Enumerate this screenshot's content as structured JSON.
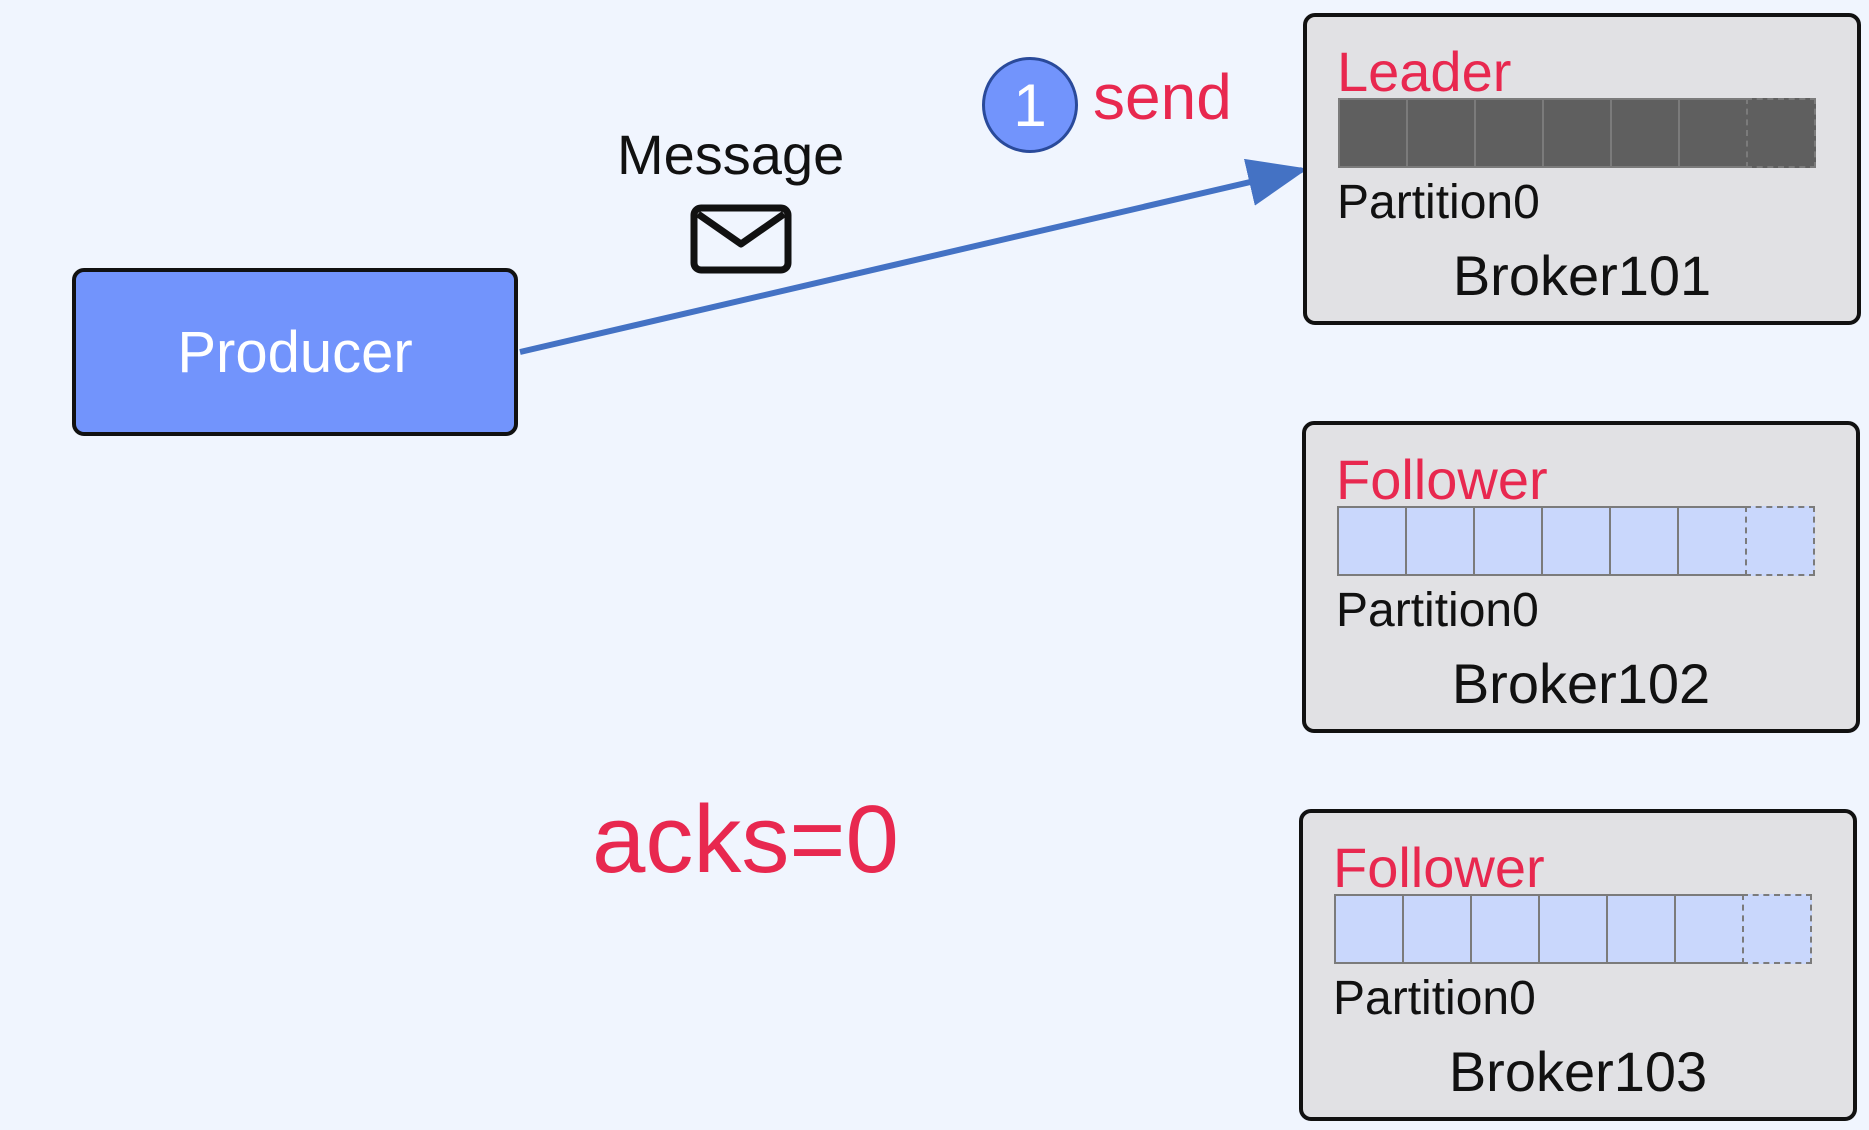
{
  "producer": {
    "label": "Producer"
  },
  "message": {
    "label": "Message",
    "icon": "envelope-icon"
  },
  "step": {
    "number": "1",
    "label": "send"
  },
  "acks": {
    "label": "acks=0"
  },
  "colors": {
    "producer_fill": "#7294fc",
    "accent_red": "#e8284f",
    "arrow_blue": "#4472c4",
    "leader_cell": "#5f5f5f",
    "follower_cell": "#c9d7fc",
    "broker_fill": "#e1e1e4",
    "background": "#f0f5fe"
  },
  "brokers": [
    {
      "role": "Leader",
      "partition": "Partition0",
      "name": "Broker101",
      "filled_cells": 6,
      "pending_cells": 1,
      "style": "dark"
    },
    {
      "role": "Follower",
      "partition": "Partition0",
      "name": "Broker102",
      "filled_cells": 6,
      "pending_cells": 1,
      "style": "light"
    },
    {
      "role": "Follower",
      "partition": "Partition0",
      "name": "Broker103",
      "filled_cells": 6,
      "pending_cells": 1,
      "style": "light"
    }
  ]
}
